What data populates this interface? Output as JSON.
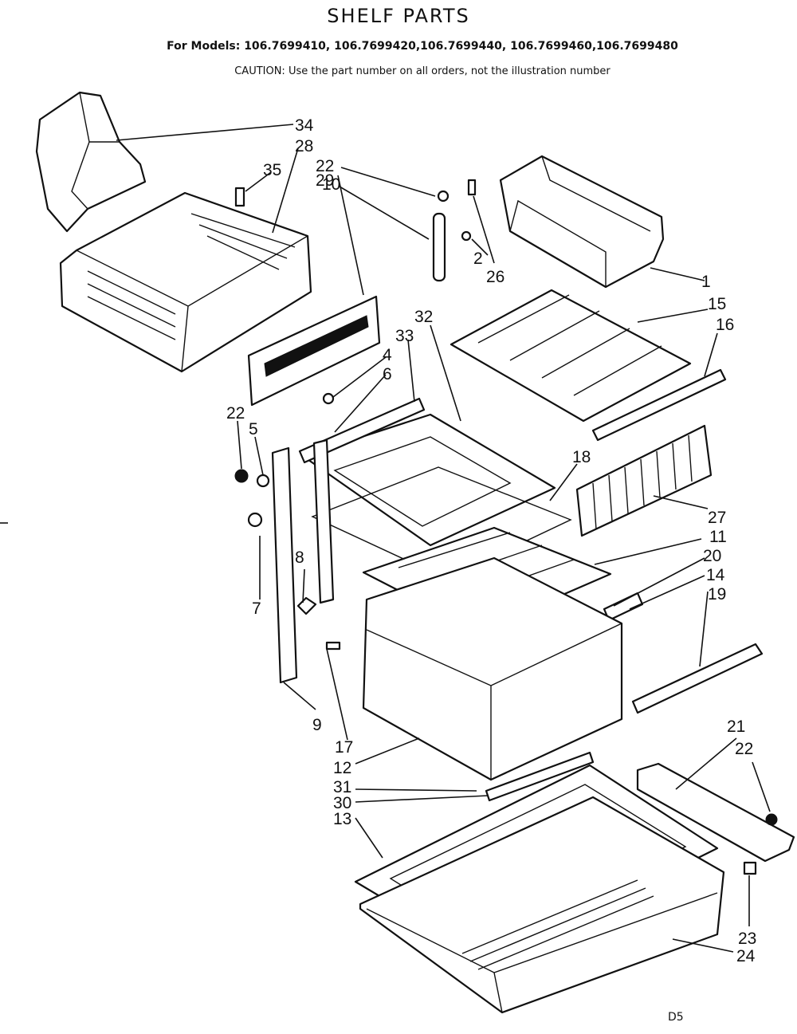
{
  "title": "SHELF PARTS",
  "models_line": "For Models: 106.7699410, 106.7699420,106.7699440, 106.7699460,106.7699480",
  "caution_line": "CAUTION: Use the part number on all orders, not the illustration number",
  "page_code": "D5",
  "callouts": {
    "c34": "34",
    "c28": "28",
    "c35": "35",
    "c29": "29",
    "c22a": "22",
    "c10": "10",
    "c2": "2",
    "c26": "26",
    "c1": "1",
    "c15": "15",
    "c16": "16",
    "c32": "32",
    "c33": "33",
    "c4": "4",
    "c6": "6",
    "c22b": "22",
    "c5": "5",
    "c18": "18",
    "c27": "27",
    "c11": "11",
    "c20": "20",
    "c14": "14",
    "c19": "19",
    "c8": "8",
    "c7": "7",
    "c9": "9",
    "c17": "17",
    "c12": "12",
    "c31": "31",
    "c30": "30",
    "c13": "13",
    "c21": "21",
    "c22c": "22",
    "c23": "23",
    "c24": "24"
  }
}
